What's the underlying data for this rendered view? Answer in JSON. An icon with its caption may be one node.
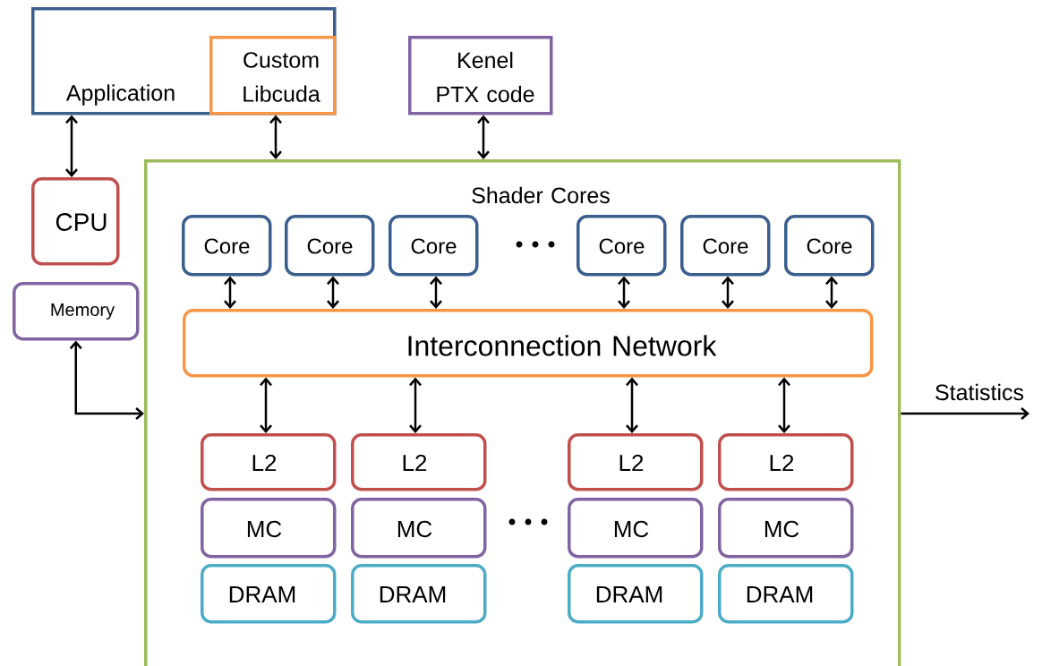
{
  "diagram": {
    "nodes": [
      {
        "text": [
          "Application"
        ]
      },
      {
        "text": [
          "Custom Libcuda"
        ],
        "in": 0
      },
      {
        "text": [
          "Kenel PTX code"
        ]
      },
      {
        "text": [
          "CPU"
        ]
      },
      {
        "text": [
          "Memory"
        ]
      },
      {
        "text": [
          "Shader Cores"
        ]
      },
      {
        "text": [
          "Core"
        ],
        "in": 5
      },
      {
        "text": [
          "Core"
        ],
        "in": 5
      },
      {
        "text": [
          "Core"
        ],
        "in": 5
      },
      {
        "text": [
          "Core"
        ],
        "in": 5
      },
      {
        "text": [
          "Core"
        ],
        "in": 5
      },
      {
        "text": [
          "Core"
        ],
        "in": 5
      },
      {
        "text": [
          "Interconnection Network"
        ],
        "in": 5
      },
      {
        "text": [
          "L2"
        ],
        "in": 5
      },
      {
        "text": [
          "L2"
        ],
        "in": 5
      },
      {
        "text": [
          "L2"
        ],
        "in": 5
      },
      {
        "text": [
          "L2"
        ],
        "in": 5
      },
      {
        "text": [
          "MC"
        ],
        "in": 5
      },
      {
        "text": [
          "MC"
        ],
        "in": 5
      },
      {
        "text": [
          "MC"
        ],
        "in": 5
      },
      {
        "text": [
          "MC"
        ],
        "in": 5
      },
      {
        "text": [
          "DRAM"
        ],
        "in": 5
      },
      {
        "text": [
          "DRAM"
        ],
        "in": 5
      },
      {
        "text": [
          "DRAM"
        ],
        "in": 5
      },
      {
        "text": [
          "DRAM"
        ],
        "in": 5
      }
    ],
    "edges": [
      {
        "from": 0,
        "to": 3,
        "arrow": "both"
      },
      {
        "from": 1,
        "to": 5,
        "arrow": "both"
      },
      {
        "from": 2,
        "to": 5,
        "arrow": "both"
      },
      {
        "from": 6,
        "to": 12,
        "arrow": "both"
      },
      {
        "from": 7,
        "to": 12,
        "arrow": "both"
      },
      {
        "from": 8,
        "to": 12,
        "arrow": "both"
      },
      {
        "from": 9,
        "to": 12,
        "arrow": "both"
      },
      {
        "from": 10,
        "to": 12,
        "arrow": "both"
      },
      {
        "from": 11,
        "to": 12,
        "arrow": "both"
      },
      {
        "from": 12,
        "to": 13,
        "arrow": "both"
      },
      {
        "from": 12,
        "to": 14,
        "arrow": "both"
      },
      {
        "from": 12,
        "to": 15,
        "arrow": "both"
      },
      {
        "from": 12,
        "to": 16,
        "arrow": "both"
      },
      {
        "from": 4,
        "to": 5,
        "arrow": "both"
      },
      {
        "from": 5,
        "to": null,
        "arrow": "to",
        "label": "Statistics"
      }
    ]
  }
}
